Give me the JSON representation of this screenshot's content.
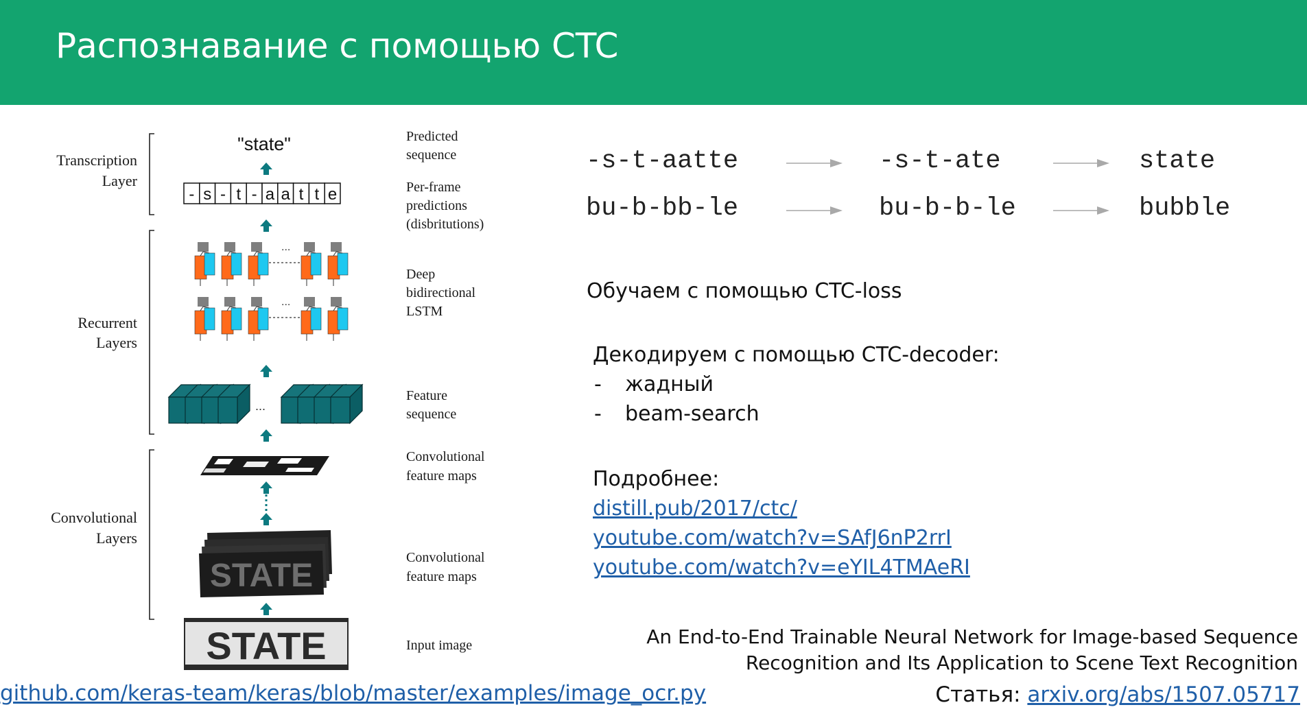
{
  "slide": {
    "title": "Распознавание с помощью CTC",
    "header_color": "#13a46f"
  },
  "diagram": {
    "left_labels": {
      "transcription": [
        "Transcription",
        "Layer"
      ],
      "recurrent": [
        "Recurrent",
        "Layers"
      ],
      "convolutional": [
        "Convolutional",
        "Layers"
      ]
    },
    "right_labels": {
      "predicted": [
        "Predicted",
        "sequence"
      ],
      "per_frame": [
        "Per-frame",
        "predictions",
        "(disbritutions)"
      ],
      "lstm": [
        "Deep",
        "bidirectional",
        "LSTM"
      ],
      "feature_seq": [
        "Feature",
        "sequence"
      ],
      "conv_maps_1": [
        "Convolutional",
        "feature maps"
      ],
      "conv_maps_2": [
        "Convolutional",
        "feature maps"
      ],
      "input": [
        "Input image"
      ]
    },
    "predicted_text": "\"state\"",
    "frame_chars": [
      "-",
      "s",
      "-",
      "t",
      "-",
      "a",
      "a",
      "t",
      "t",
      "e"
    ],
    "ellipsis": "...",
    "input_word": "STATE",
    "colors": {
      "teal": "#0d7a80",
      "orange": "#ff6a1a",
      "cyan": "#1ec8f0",
      "gray": "#7f7f7f"
    }
  },
  "ctc_examples": [
    {
      "raw": "-s-t-aatte",
      "collapsed": "-s-t-ate",
      "result": "state"
    },
    {
      "raw": "bu-b-bb-le",
      "collapsed": "bu-b-b-le",
      "result": "bubble"
    }
  ],
  "training": "Обучаем с помощью CTC-loss",
  "decoding": {
    "title": "Декодируем с помощью CTC-decoder:",
    "items": [
      "жадный",
      "beam-search"
    ],
    "dash": "-"
  },
  "more": {
    "title": "Подробнее:",
    "links": [
      "distill.pub/2017/ctc/",
      "youtube.com/watch?v=SAfJ6nP2rrI",
      "youtube.com/watch?v=eYIL4TMAeRI"
    ]
  },
  "paper_title": [
    "An End-to-End Trainable Neural Network for Image-based Sequence",
    "Recognition and Its Application to Scene Text Recognition"
  ],
  "article": {
    "label": "Статья: ",
    "link": "arxiv.org/abs/1507.05717"
  },
  "github_link": "github.com/keras-team/keras/blob/master/examples/image_ocr.py",
  "link_color": "#1f5fa8"
}
